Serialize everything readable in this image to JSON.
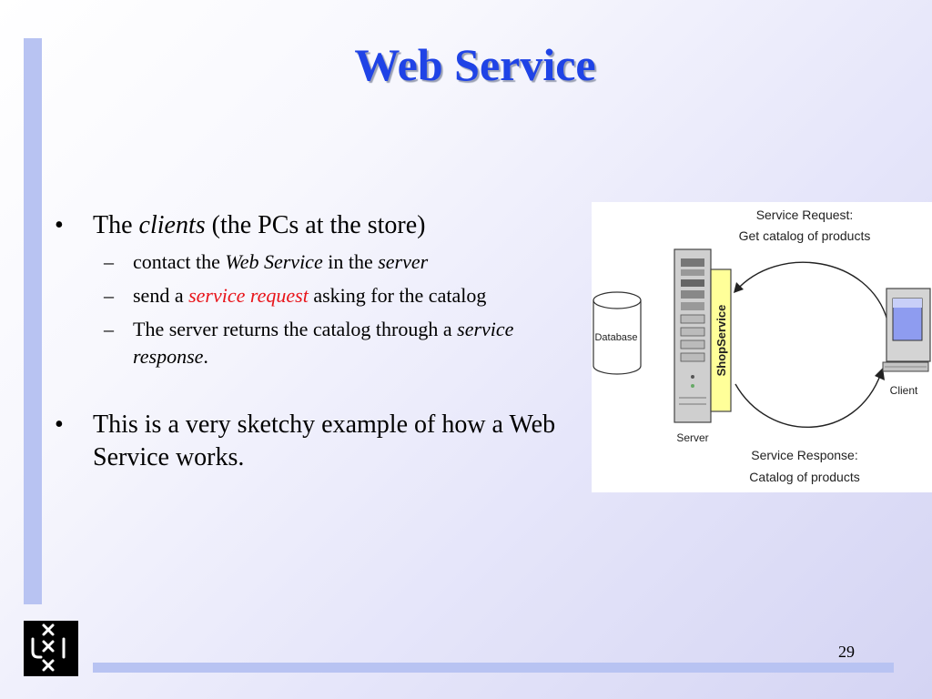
{
  "slide": {
    "title": "Web Service",
    "page_number": "29",
    "bullets": [
      {
        "parts": [
          {
            "text": "The "
          },
          {
            "text": "clients",
            "style": "italic"
          },
          {
            "text": " (the PCs at the store)"
          }
        ],
        "sub": [
          {
            "parts": [
              {
                "text": "contact the "
              },
              {
                "text": "Web Service",
                "style": "italic"
              },
              {
                "text": " in the "
              },
              {
                "text": "server",
                "style": "italic"
              }
            ]
          },
          {
            "parts": [
              {
                "text": "send a "
              },
              {
                "text": "service request",
                "style": "italic-red"
              },
              {
                "text": " asking for the catalog"
              }
            ]
          },
          {
            "parts": [
              {
                "text": "The server returns the catalog through a "
              },
              {
                "text": "service response",
                "style": "italic"
              },
              {
                "text": "."
              }
            ]
          }
        ]
      },
      {
        "parts": [
          {
            "text": "This is a very sketchy example of how a Web Service works."
          }
        ],
        "sub": []
      }
    ],
    "diagram": {
      "request_label_1": "Service Request:",
      "request_label_2": "Get catalog of products",
      "response_label_1": "Service Response:",
      "response_label_2": "Catalog of products",
      "database_label": "Database",
      "server_label": "Server",
      "client_label": "Client",
      "shop_service_label": "ShopService"
    },
    "colors": {
      "title": "#1f43e6",
      "accent_bar": "#b8c3f2",
      "highlight_text": "#e8141a",
      "shop_service_box": "#ffff99"
    }
  }
}
